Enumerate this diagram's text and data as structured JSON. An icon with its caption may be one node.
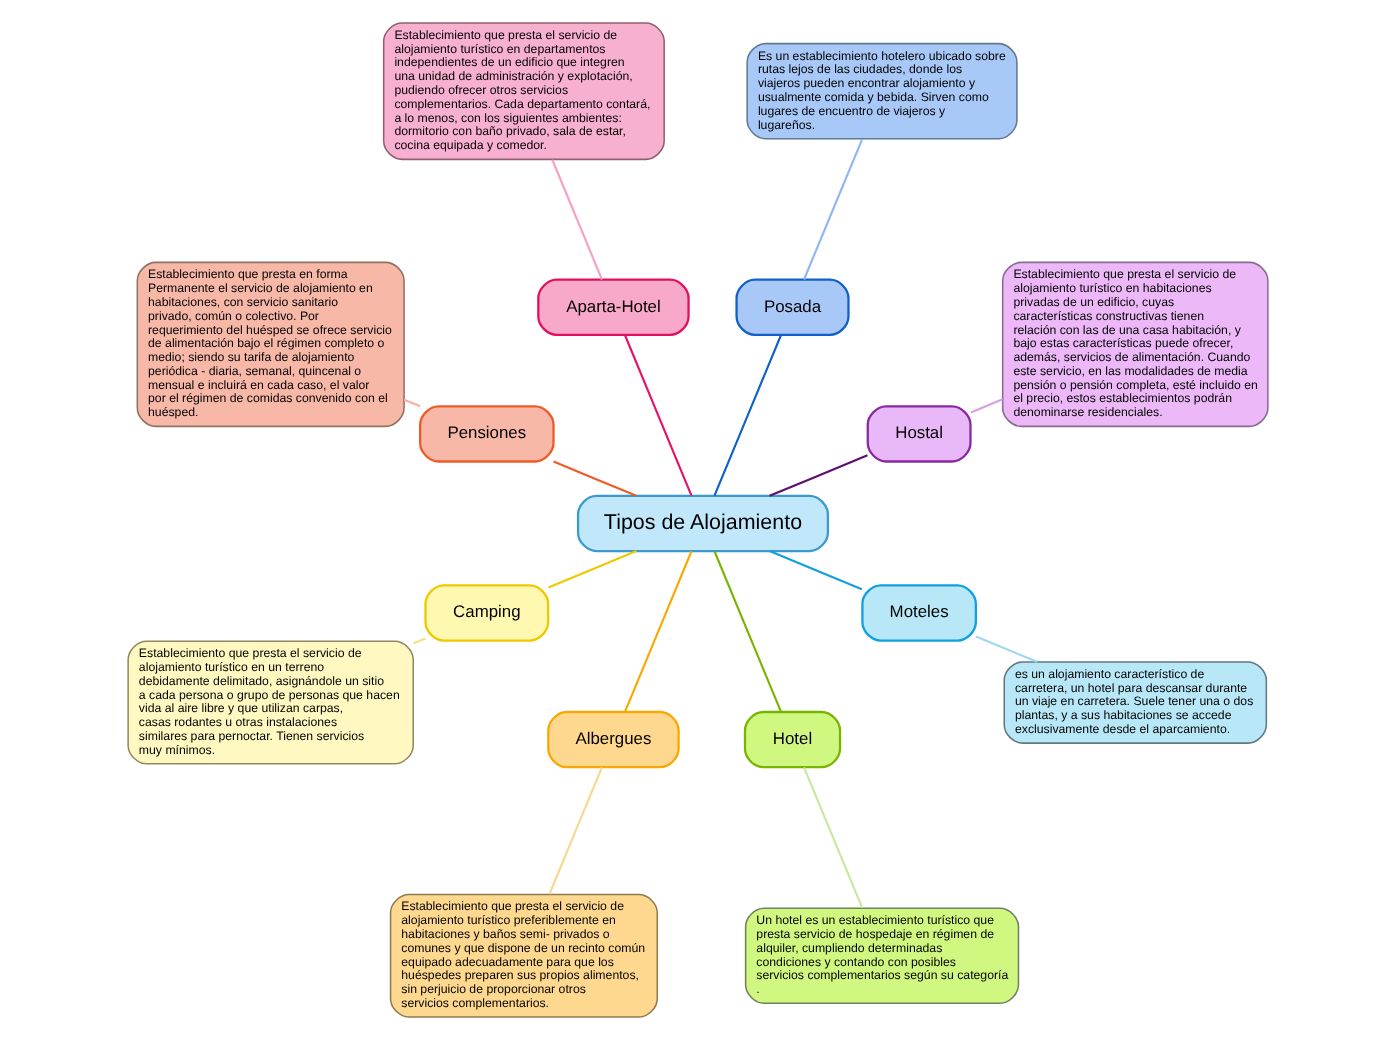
{
  "diagram": {
    "nodes": [
      {
        "text": [
          "Tipos de Alojamiento"
        ]
      },
      {
        "text": [
          "Hostal"
        ]
      },
      {
        "text": [
          "Establecimiento que presta el servicio de alojamiento turístico en habitaciones privadas de un edificio, cuyas características constructivas tienen relación con las de una casa habitación, y bajo estas características puede ofrecer, además, servicios de alimentación. Cuando este servicio, en las modalidades de media pensión o pensión completa, esté incluido en el precio, estos establecimientos podrán denominarse residenciales."
        ]
      },
      {
        "text": [
          "Posada"
        ]
      },
      {
        "text": [
          "Es un establecimiento hotelero ubicado sobre rutas lejos de las ciudades, donde los viajeros pueden encontrar alojamiento y usualmente comida y bebida. Sirven como lugares de encuentro de viajeros y lugareños."
        ]
      },
      {
        "text": [
          "Aparta-Hotel"
        ]
      },
      {
        "text": [
          "Establecimiento que presta el servicio de alojamiento turístico en departamentos independientes de un edificio que integren una unidad de administración y explotación, pudiendo ofrecer otros servicios complementarios. Cada departamento contará, a lo menos, con los siguientes ambientes: dormitorio con baño privado, sala de estar, cocina equipada y comedor."
        ]
      },
      {
        "text": [
          "Pensiones"
        ]
      },
      {
        "text": [
          "Establecimiento que presta en forma Permanente el servicio de alojamiento en habitaciones, con servicio sanitario privado, común o colectivo. Por requerimiento del huésped se ofrece servicio de alimentación bajo el régimen completo o medio; siendo su tarifa de alojamiento periódica - diaria, semanal, quincenal o mensual e incluirá en cada caso, el valor por el régimen de comidas convenido con el huésped."
        ]
      },
      {
        "text": [
          "Camping"
        ]
      },
      {
        "text": [
          "Establecimiento que presta el servicio de alojamiento turístico en un terreno debidamente delimitado, asignándole un sitio a cada persona o grupo de personas que hacen vida al aire libre y que utilizan carpas, casas rodantes u otras instalaciones similares para pernoctar. Tienen servicios muy mínimos."
        ]
      },
      {
        "text": [
          "Albergues"
        ]
      },
      {
        "text": [
          "Establecimiento que presta el servicio de alojamiento turístico preferiblemente en habitaciones y baños semi- privados o comunes y que dispone de un recinto común equipado adecuadamente para que los huéspedes preparen sus propios alimentos, sin perjuicio de proporcionar otros servicios complementarios."
        ]
      },
      {
        "text": [
          "Hotel"
        ]
      },
      {
        "text": [
          "Un hotel es un establecimiento turístico que presta servicio de hospedaje en régimen de alquiler, cumpliendo determinadas condiciones y contando con posibles servicios complementarios según su categoría ."
        ]
      },
      {
        "text": [
          "Moteles"
        ]
      },
      {
        "text": [
          "es un alojamiento característico de carretera, un hotel para descansar durante un viaje en carretera. Suele tener una o dos plantas, y a sus habitaciones se accede exclusivamente desde el aparcamiento."
        ]
      }
    ],
    "edges": [
      {
        "from": 0,
        "to": 1,
        "arrow": "none",
        "color": "#5c1070"
      },
      {
        "from": 1,
        "to": 2,
        "arrow": "none",
        "color": "#d8a0e8"
      },
      {
        "from": 0,
        "to": 3,
        "arrow": "none",
        "color": "#1060c8"
      },
      {
        "from": 3,
        "to": 4,
        "arrow": "none",
        "color": "#90b8f0"
      },
      {
        "from": 0,
        "to": 5,
        "arrow": "none",
        "color": "#e8106a"
      },
      {
        "from": 5,
        "to": 6,
        "arrow": "none",
        "color": "#f8a0c8"
      },
      {
        "from": 0,
        "to": 7,
        "arrow": "none",
        "color": "#f05a28"
      },
      {
        "from": 7,
        "to": 8,
        "arrow": "none",
        "color": "#f8b0a0"
      },
      {
        "from": 0,
        "to": 9,
        "arrow": "none",
        "color": "#f0c800"
      },
      {
        "from": 9,
        "to": 10,
        "arrow": "none",
        "color": "#f8e080"
      },
      {
        "from": 0,
        "to": 11,
        "arrow": "none",
        "color": "#f8a800"
      },
      {
        "from": 11,
        "to": 12,
        "arrow": "none",
        "color": "#f8d890"
      },
      {
        "from": 0,
        "to": 13,
        "arrow": "none",
        "color": "#78b400"
      },
      {
        "from": 13,
        "to": 14,
        "arrow": "none",
        "color": "#c8e8a0"
      },
      {
        "from": 0,
        "to": 15,
        "arrow": "none",
        "color": "#10a0e0"
      },
      {
        "from": 15,
        "to": 16,
        "arrow": "none",
        "color": "#a0d8f0"
      }
    ]
  }
}
